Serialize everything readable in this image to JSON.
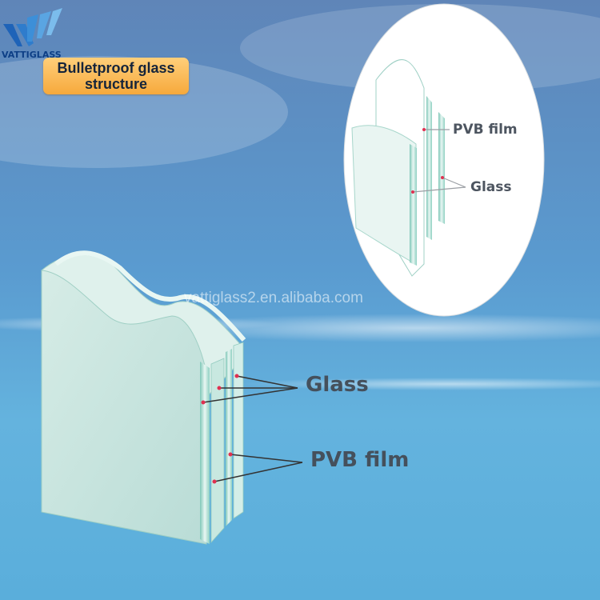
{
  "logo": {
    "text": "VATTIGLASS",
    "icon": "vatti-logo-icon",
    "color": "#0d3f86"
  },
  "title": {
    "line1": "Bulletproof glass",
    "line2": "structure",
    "bg_color": "#f8b24a"
  },
  "watermark": {
    "text": "vattiglass2.en.alibaba.com"
  },
  "main_labels": {
    "glass": "Glass",
    "pvb": "PVB film"
  },
  "zoom_labels": {
    "pvb": "PVB film",
    "glass": "Glass"
  },
  "colors": {
    "sky_top": "#5f86b8",
    "sky_bottom": "#5fb0db",
    "glass_face": "#c4e2dc",
    "leader_line": "#333333",
    "marker": "#e03050"
  }
}
